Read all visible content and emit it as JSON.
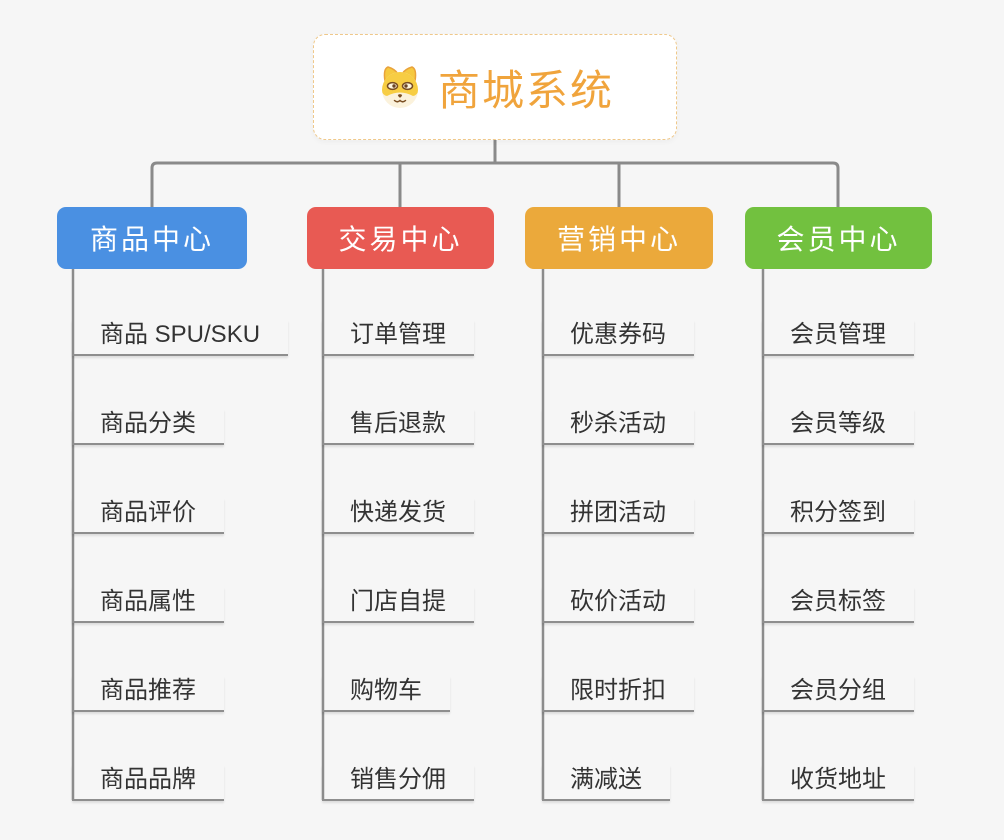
{
  "root": {
    "title": "商城系统",
    "title_color": "#f0a43c",
    "icon": "dog-face-icon"
  },
  "branches": [
    {
      "label": "商品中心",
      "color": "#4a90e2",
      "children": [
        "商品 SPU/SKU",
        "商品分类",
        "商品评价",
        "商品属性",
        "商品推荐",
        "商品品牌"
      ]
    },
    {
      "label": "交易中心",
      "color": "#e85a53",
      "children": [
        "订单管理",
        "售后退款",
        "快递发货",
        "门店自提",
        "购物车",
        "销售分佣"
      ]
    },
    {
      "label": "营销中心",
      "color": "#eba93b",
      "children": [
        "优惠券码",
        "秒杀活动",
        "拼团活动",
        "砍价活动",
        "限时折扣",
        "满减送"
      ]
    },
    {
      "label": "会员中心",
      "color": "#72c13f",
      "children": [
        "会员管理",
        "会员等级",
        "积分签到",
        "会员标签",
        "会员分组",
        "收货地址"
      ]
    }
  ],
  "connector_color": "#8a8a8a"
}
